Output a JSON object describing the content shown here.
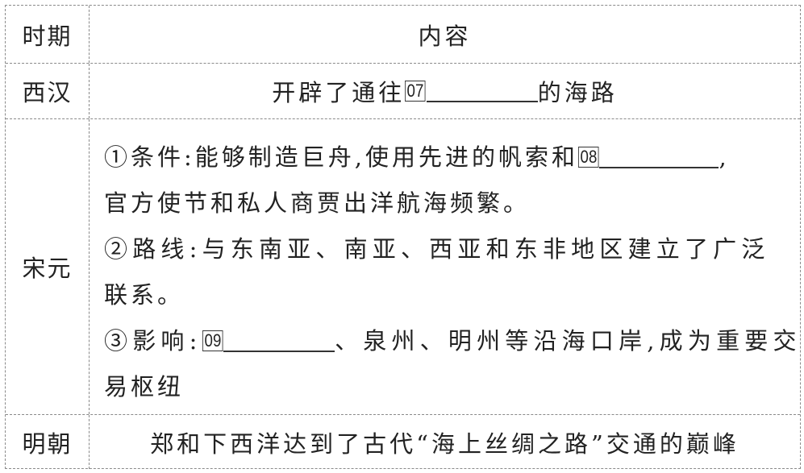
{
  "table": {
    "header": {
      "period": "时期",
      "content": "内容"
    },
    "rows": [
      {
        "period": "西汉",
        "content": {
          "before": "开辟了通往",
          "blank_number": "07",
          "after": "的海路"
        }
      },
      {
        "period": "宋元",
        "lines": {
          "l1_before": "①条件:能够制造巨舟,使用先进的帆索和",
          "l1_blank_number": "08",
          "l1_after": ",",
          "l2": "官方使节和私人商贾出洋航海频繁。",
          "l3": "②路线:与东南亚、南亚、西亚和东非地区建立了广泛",
          "l4": "联系。",
          "l5_before": "③影响:",
          "l5_blank_number": "09",
          "l5_after": "、泉州、明州等沿海口岸,成为重要交",
          "l6": "易枢纽"
        }
      },
      {
        "period": "明朝",
        "content": "郑和下西洋达到了古代“海上丝绸之路”交通的巅峰"
      }
    ]
  }
}
